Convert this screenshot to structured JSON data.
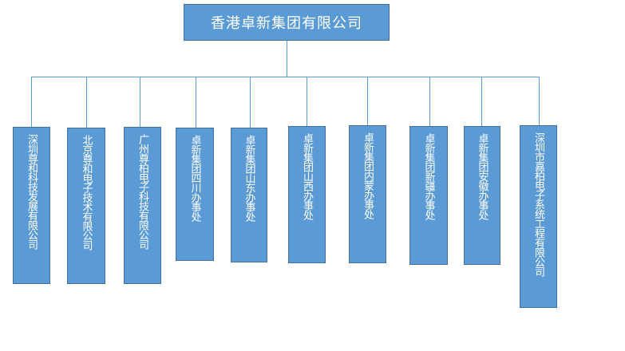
{
  "org": {
    "root": "香港卓新集团有限公司",
    "children": [
      "深圳尊和科技发展有限公司",
      "北京尊和电子技术有限公司",
      "广州尊柏电子科技有限公司",
      "卓新集团四川办事处",
      "卓新集团山东办事处",
      "卓新集团山西办事处",
      "卓新集团内蒙办事处",
      "卓新集团新疆办事处",
      "卓新集团安徽办事处",
      "深圳市嘉柏电子系统工程有限公司"
    ]
  }
}
